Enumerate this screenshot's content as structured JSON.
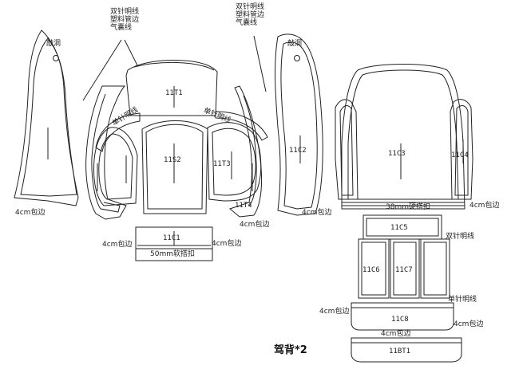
{
  "title": "驾背*2",
  "pieces": {
    "t1": "11T1",
    "s2": "11S2",
    "t3": "11T3",
    "t4": "11T4",
    "c1": "11C1",
    "c2": "11C2",
    "c3": "11C3",
    "c4": "11C4",
    "c5": "11C5",
    "c6": "11C6",
    "c7": "11C7",
    "c8": "11C8",
    "bt1": "11BT1"
  },
  "labels": {
    "seam_note_left": "双针明线\n塑料管边\n气囊线",
    "seam_note_right": "双针明线\n塑料管边\n气囊线",
    "punch_hole": "敲洞",
    "single_needle": "单针明线",
    "double_needle": "双针明线",
    "binding_4cm": "4cm包边",
    "soft_buckle_50": "50mm软搭扣",
    "hard_buckle_38": "38mm硬搭扣"
  }
}
